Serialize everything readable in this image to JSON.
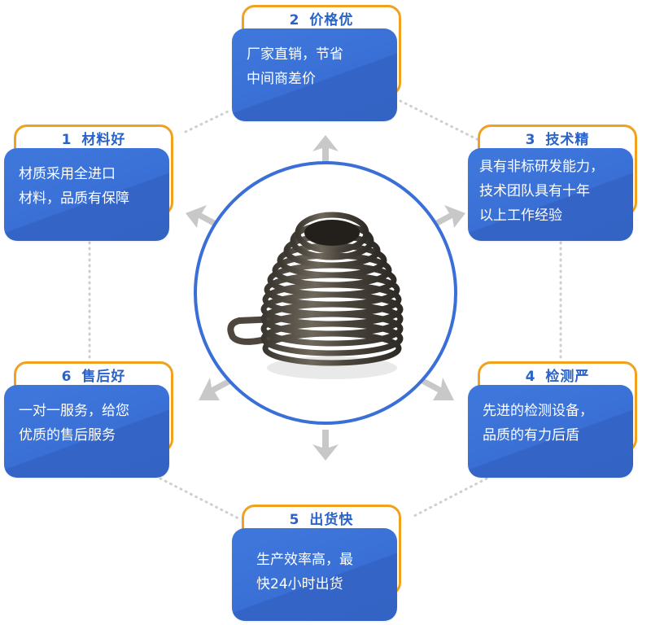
{
  "colors": {
    "frame_orange": "#f0a21e",
    "panel_blue": "#3a70d6",
    "title_blue": "#2a63c8",
    "circle_blue": "#3b6fd8",
    "arrow_gray": "#c8c8c8",
    "dots_gray": "#cfcfcf"
  },
  "center": {
    "image": "torsion-spring-product-photo"
  },
  "cards": [
    {
      "num": "1",
      "title": "材料好",
      "lines": [
        "材质采用全进口",
        "材料，品质有保障"
      ]
    },
    {
      "num": "2",
      "title": "价格优",
      "lines": [
        "厂家直销，节省",
        "中间商差价"
      ]
    },
    {
      "num": "3",
      "title": "技术精",
      "lines": [
        "具有非标研发能力，",
        "技术团队具有十年",
        "以上工作经验"
      ]
    },
    {
      "num": "4",
      "title": "检测严",
      "lines": [
        "先进的检测设备，",
        "品质的有力后盾"
      ]
    },
    {
      "num": "5",
      "title": "出货快",
      "lines": [
        "生产效率高，最",
        "快24小时出货"
      ]
    },
    {
      "num": "6",
      "title": "售后好",
      "lines": [
        "一对一服务，给您",
        "优质的售后服务"
      ]
    }
  ]
}
